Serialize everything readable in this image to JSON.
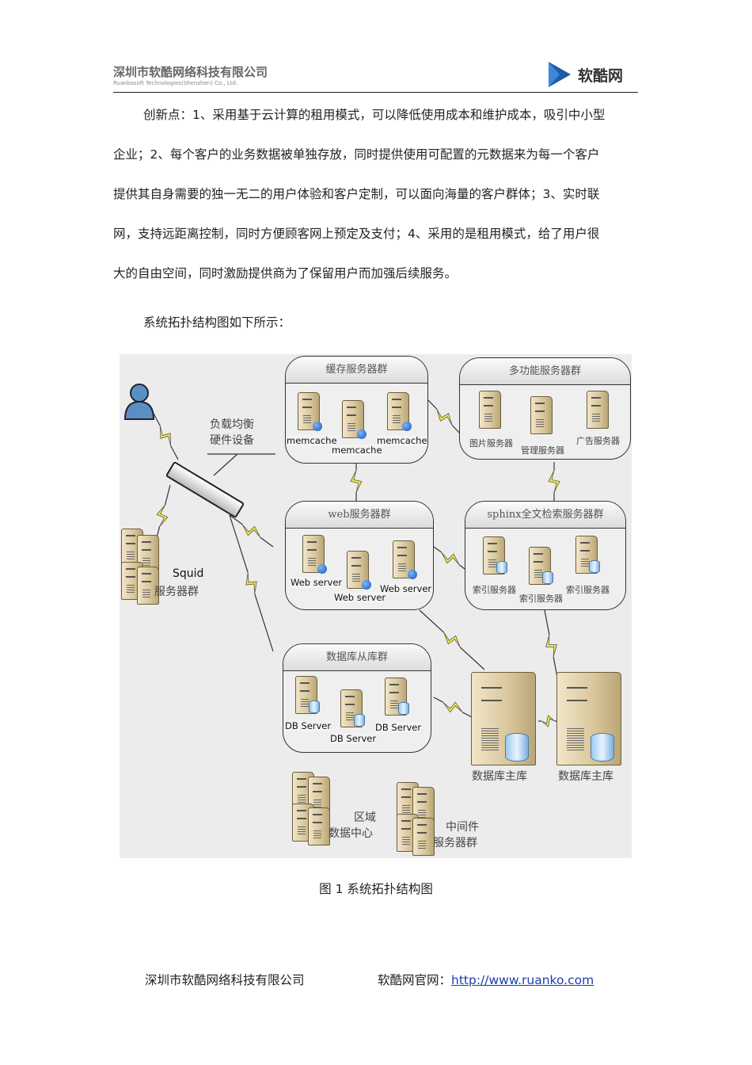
{
  "header": {
    "company": "深圳市软酷网络科技有限公司",
    "company_en": "Ruankosoft Technologies(Shenzhen) Co., Ltd.",
    "logo_text": "软酷网",
    "brand_color": "#1f5aa6"
  },
  "body": {
    "lines": [
      "创新点：1、采用基于云计算的租用模式，可以降低使用成本和维护成本，吸引中小型",
      "企业；2、每个客户的业务数据被单独存放，同时提供使用可配置的元数据来为每一个客户",
      "提供其自身需要的独一无二的用户体验和客户定制，可以面向海量的客户群体；3、实时联",
      "网，支持远距离控制，同时方便顾客网上预定及支付；4、采用的是租用模式，给了用户很",
      "大的自由空间，同时激励提供商为了保留用户而加强后续服务。"
    ],
    "intro": "系统拓扑结构图如下所示："
  },
  "diagram": {
    "load_balancer": [
      "负载均衡",
      "硬件设备"
    ],
    "squid": [
      "Squid",
      "服务器群"
    ],
    "cache_group": {
      "title": "缓存服务器群",
      "servers": [
        "memcache",
        "memcache",
        "memcache"
      ]
    },
    "multi_group": {
      "title": "多功能服务器群",
      "servers": [
        "图片服务器",
        "管理服务器",
        "广告服务器"
      ]
    },
    "web_group": {
      "title": "web服务器群",
      "servers": [
        "Web server",
        "Web server",
        "Web server"
      ]
    },
    "sphinx_group": {
      "title": "sphinx全文检索服务器群",
      "servers": [
        "索引服务器",
        "索引服务器",
        "索引服务器"
      ]
    },
    "db_slave_group": {
      "title": "数据库从库群",
      "servers": [
        "DB Server",
        "DB Server",
        "DB Server"
      ]
    },
    "db_master": [
      "数据库主库",
      "数据库主库"
    ],
    "region": [
      "区域",
      "数据中心"
    ],
    "middleware": [
      "中间件",
      "服务器群"
    ]
  },
  "caption": "图 1  系统拓扑结构图",
  "footer": {
    "company": "深圳市软酷网络科技有限公司",
    "site_label": "软酷网官网：",
    "site_link": "http://www.ruanko.com"
  }
}
